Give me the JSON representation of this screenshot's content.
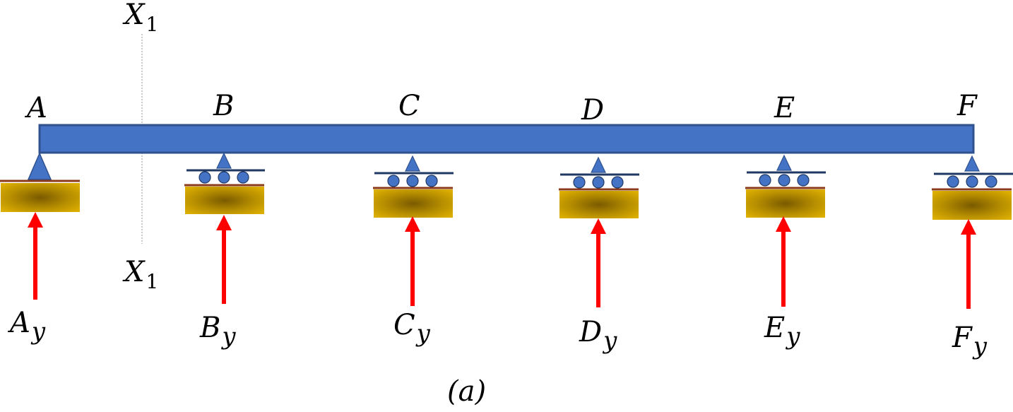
{
  "section_cut": {
    "top_label": "X",
    "bottom_label": "X",
    "subscript": "1"
  },
  "supports": [
    {
      "label": "A",
      "reaction": "A",
      "reaction_sub": "y",
      "type": "pin"
    },
    {
      "label": "B",
      "reaction": "B",
      "reaction_sub": "y",
      "type": "roller"
    },
    {
      "label": "C",
      "reaction": "C",
      "reaction_sub": "y",
      "type": "roller"
    },
    {
      "label": "D",
      "reaction": "D",
      "reaction_sub": "y",
      "type": "roller"
    },
    {
      "label": "E",
      "reaction": "E",
      "reaction_sub": "y",
      "type": "roller"
    },
    {
      "label": "F",
      "reaction": "F",
      "reaction_sub": "y",
      "type": "roller"
    }
  ],
  "caption": "(a)",
  "colors": {
    "beam": "#4472c4",
    "beam_border": "#2f528f",
    "reaction_arrow": "#ff0000",
    "ground": "#c9a000",
    "ground_line": "#8b3a1a",
    "roller_plate": "#1f3864",
    "section_line": "#a6a6a6"
  }
}
